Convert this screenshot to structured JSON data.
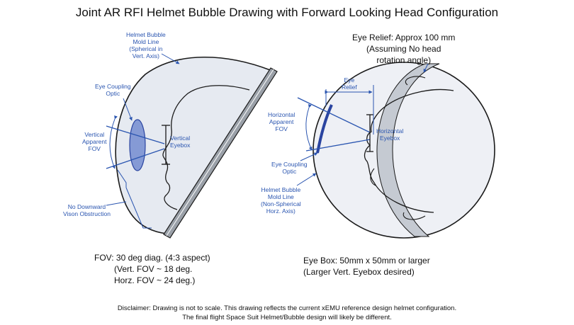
{
  "title": "Joint AR RFI Helmet Bubble Drawing with Forward Looking Head Configuration",
  "left_diagram": {
    "helmet_mold_line": [
      "Helmet Bubble",
      "Mold Line",
      "(Spherical in",
      "Vert. Axis)"
    ],
    "eye_coupling_optic": [
      "Eye Coupling",
      "Optic"
    ],
    "vertical_apparent_fov": [
      "Vertical",
      "Apparent",
      "FOV"
    ],
    "vertical_eyebox": [
      "Vertical",
      "Eyebox"
    ],
    "no_downward_obstruction": [
      "No Downward",
      "Vison  Obstruction"
    ]
  },
  "right_diagram": {
    "eye_relief_note": [
      "Eye Relief: Approx 100 mm",
      "(Assuming No head",
      "rotation angle)"
    ],
    "eye_relief": [
      "Eye",
      "Relief"
    ],
    "horizontal_apparent_fov": [
      "Horizontal",
      "Apparent",
      "FOV"
    ],
    "horizontal_eyebox": [
      "Horizontal",
      "Eyebox"
    ],
    "eye_coupling_optic": [
      "Eye Coupling",
      "Optic"
    ],
    "helmet_mold_line": [
      "Helmet Bubble",
      "Mold Line",
      "(Non-Spherical",
      "Horz. Axis)"
    ]
  },
  "fov_note": [
    "FOV:  30 deg diag. (4:3 aspect)",
    "(Vert. FOV ~ 18 deg.",
    "Horz. FOV ~ 24 deg.)"
  ],
  "eyebox_note": [
    "Eye Box: 50mm x 50mm or larger",
    "(Larger Vert. Eyebox desired)"
  ],
  "disclaimer": [
    "Disclaimer:  Drawing is not to scale.  This drawing reflects the current xEMU reference design helmet configuration.",
    "The final flight Space Suit Helmet/Bubble design will likely be different."
  ],
  "colors": {
    "annotation": "#2a55b0",
    "helmet_fill": "#e6eaf1",
    "optic_fill": "#5b78c9",
    "outline": "#1a1a1a"
  }
}
